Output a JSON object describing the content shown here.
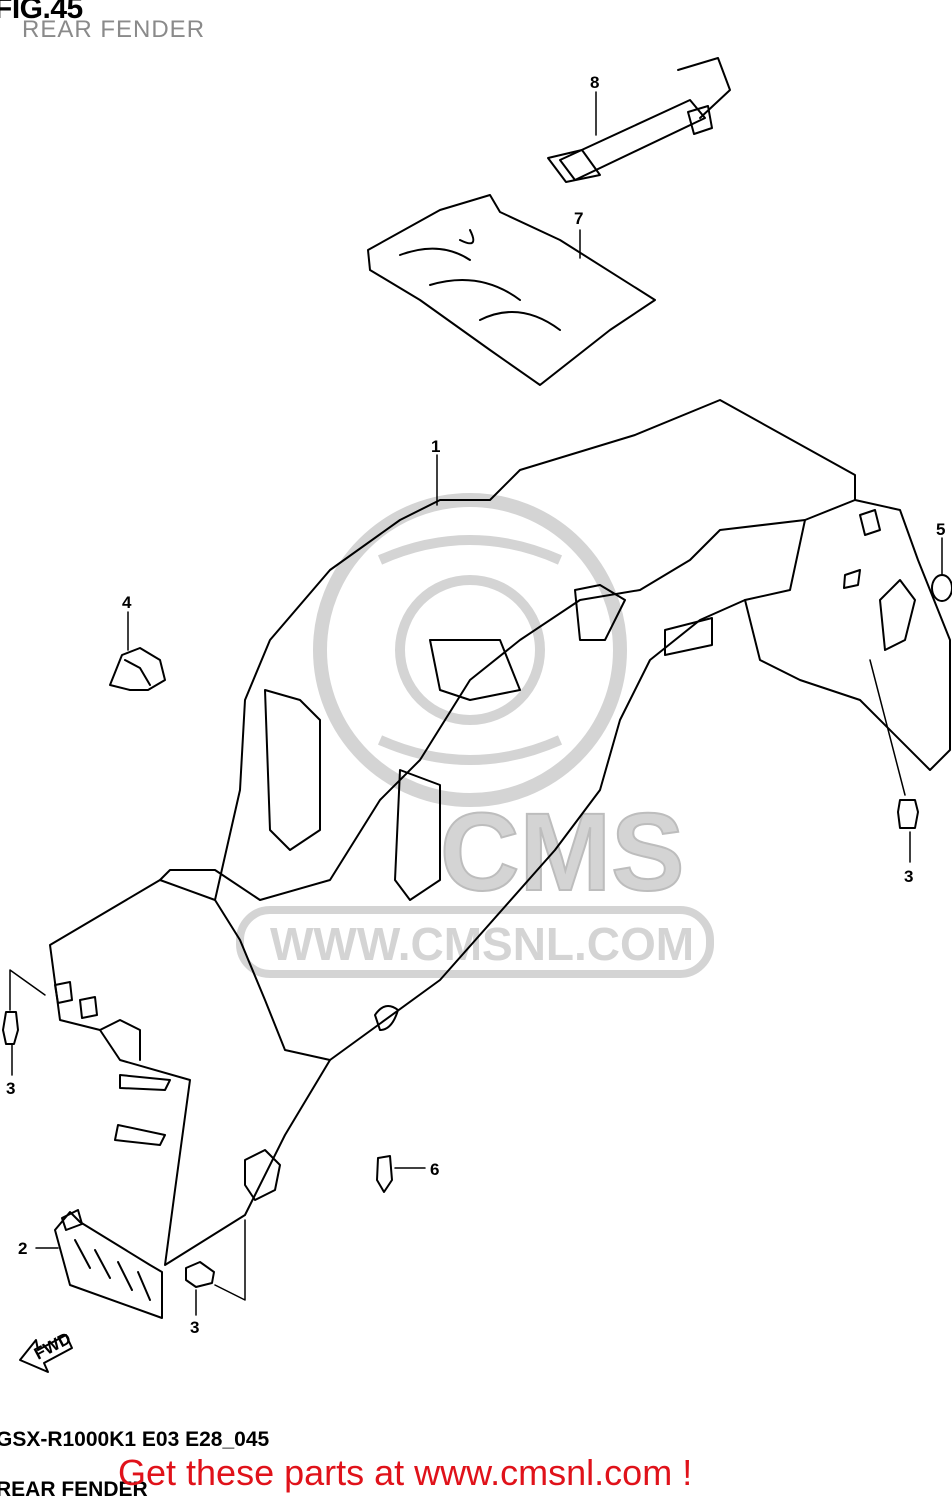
{
  "header": {
    "figure": "FIG.45",
    "subtitle": "REAR FENDER"
  },
  "callouts": {
    "c1": "1",
    "c2": "2",
    "c3a": "3",
    "c3b": "3",
    "c3c": "3",
    "c4": "4",
    "c5": "5",
    "c6": "6",
    "c7": "7",
    "c8": "8"
  },
  "fwd_label": "FWD",
  "watermark": {
    "brand": "CMS",
    "url": "WWW.CMSNL.COM"
  },
  "footer": {
    "code": "GSX-R1000K1 E03 E28_045",
    "title": "REAR FENDER",
    "promo": "Get these parts at www.cmsnl.com !"
  },
  "colors": {
    "line": "#000000",
    "watermark": "#d4d4d4",
    "promo": "#e0121a",
    "subtitle": "#8a8a8a"
  }
}
